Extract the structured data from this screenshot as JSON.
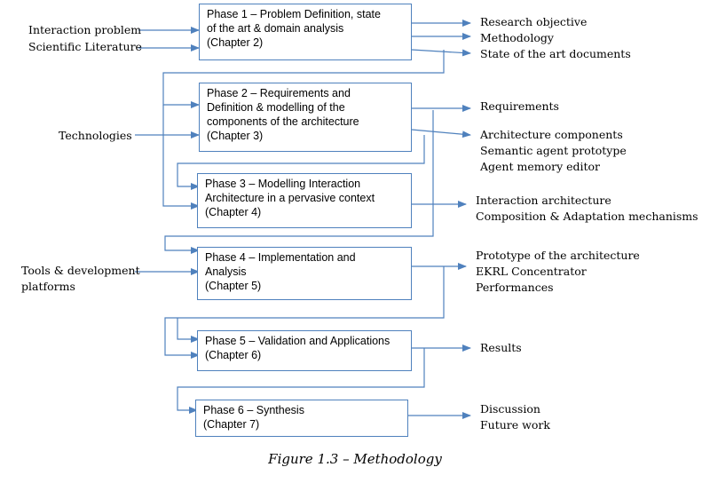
{
  "phases": [
    {
      "lines": [
        "Phase 1 – Problem Definition, state",
        "of the art & domain analysis",
        "(Chapter 2)"
      ]
    },
    {
      "lines": [
        "Phase 2 – Requirements and",
        "Definition  & modelling of the",
        "components of the architecture",
        "(Chapter 3)"
      ]
    },
    {
      "lines": [
        "Phase 3 – Modelling Interaction",
        "Architecture in a pervasive context",
        "(Chapter 4)"
      ]
    },
    {
      "lines": [
        "Phase 4 – Implementation and",
        "Analysis",
        "(Chapter 5)"
      ]
    },
    {
      "lines": [
        "Phase 5 – Validation and Applications",
        "(Chapter 6)"
      ]
    },
    {
      "lines": [
        "Phase 6 –  Synthesis",
        "(Chapter 7)"
      ]
    }
  ],
  "inputs": {
    "interaction_problem": "Interaction problem",
    "scientific_literature": "Scientific Literature",
    "technologies": "Technologies",
    "tools_line1": "Tools & development",
    "tools_line2": "platforms"
  },
  "outputs": {
    "phase1": [
      "Research objective",
      "Methodology",
      "State of the art documents"
    ],
    "phase2_requirements": "Requirements",
    "phase2_components": [
      "Architecture components",
      "Semantic agent prototype",
      "Agent memory editor"
    ],
    "phase3": [
      "Interaction architecture",
      "Composition & Adaptation mechanisms"
    ],
    "phase4": [
      "Prototype of the architecture",
      "EKRL Concentrator",
      "Performances"
    ],
    "phase5": "Results",
    "phase6": [
      "Discussion",
      "Future work"
    ]
  },
  "caption": "Figure 1.3 – Methodology",
  "colors": {
    "line": "#4f81bd"
  }
}
